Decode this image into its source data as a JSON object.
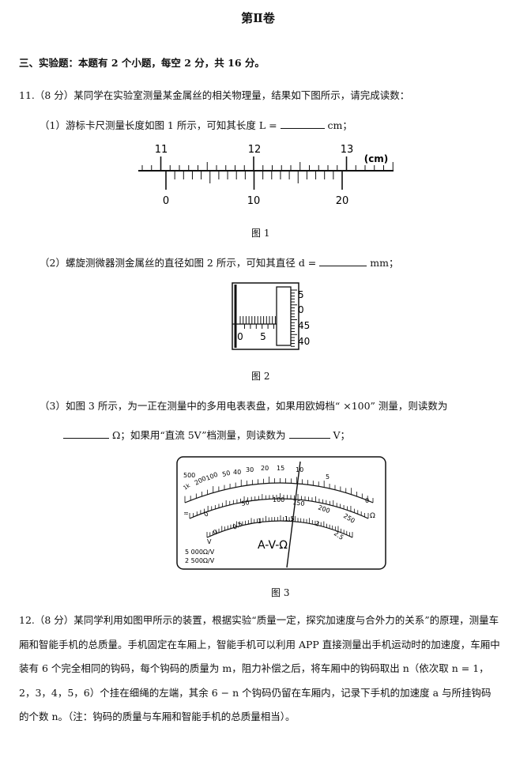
{
  "header": {
    "title": "第Ⅱ卷"
  },
  "section": {
    "heading": "三、实验题：本题有 2 个小题，每空 2 分，共 16 分。"
  },
  "q11": {
    "intro": "11.（8 分）某同学在实验室测量某金属丝的相关物理量，结果如下图所示，请完成读数：",
    "part1_a": "（1）游标卡尺测量长度如图 1 所示，可知其长度 L =",
    "part1_unit": "cm；",
    "part2_a": "（2）螺旋测微器测金属丝的直径如图 2 所示，可知其直径 d =",
    "part2_unit": "mm；",
    "part3_line1": "（3）如图 3 所示，为一正在测量中的多用电表表盘，如果用欧姆档“ ×100” 测量，则读数为",
    "part3_ohm": "Ω；如果用“直流 5V”档测量，则读数为",
    "part3_unit": "V；",
    "fig1": {
      "caption": "图 1",
      "main_labels": [
        "11",
        "12",
        "13"
      ],
      "unit": "(cm)",
      "vernier_labels": [
        "0",
        "10",
        "20"
      ]
    },
    "fig2": {
      "caption": "图 2",
      "sleeve_labels": [
        "0",
        "5"
      ],
      "thimble_labels": [
        "5",
        "0",
        "45",
        "40"
      ]
    },
    "fig3": {
      "caption": "图 3",
      "ohm_labels": [
        "500",
        "1k",
        "200",
        "100",
        "50",
        "40",
        "30",
        "20",
        "15",
        "10",
        "5",
        "0"
      ],
      "omega_symbol": "Ω",
      "mid_labels": [
        "0",
        "50",
        "100",
        "150",
        "200",
        "250"
      ],
      "volt_labels": [
        "0",
        "0.5",
        "1",
        "1.5",
        "2",
        "2.5"
      ],
      "dial_title": "A-V-Ω",
      "spec1": "5 000Ω/V",
      "spec2": "2 500Ω/V",
      "ac_mark": "≂",
      "v_mark": "V"
    }
  },
  "q12": {
    "text": "12.（8 分）某同学利用如图甲所示的装置，根据实验“质量一定，探究加速度与合外力的关系”的原理，测量车厢和智能手机的总质量。手机固定在车厢上，智能手机可以利用 APP 直接测量出手机运动时的加速度，车厢中装有 6 个完全相同的钩码，每个钩码的质量为 m，阻力补偿之后，将车厢中的钩码取出 n（依次取 n = 1，2，3，4，5，6）个挂在细绳的左端，其余 6 − n 个钩码仍留在车厢内，记录下手机的加速度 a 与所挂钩码的个数 n。（注：钩码的质量与车厢和智能手机的总质量相当）。"
  }
}
